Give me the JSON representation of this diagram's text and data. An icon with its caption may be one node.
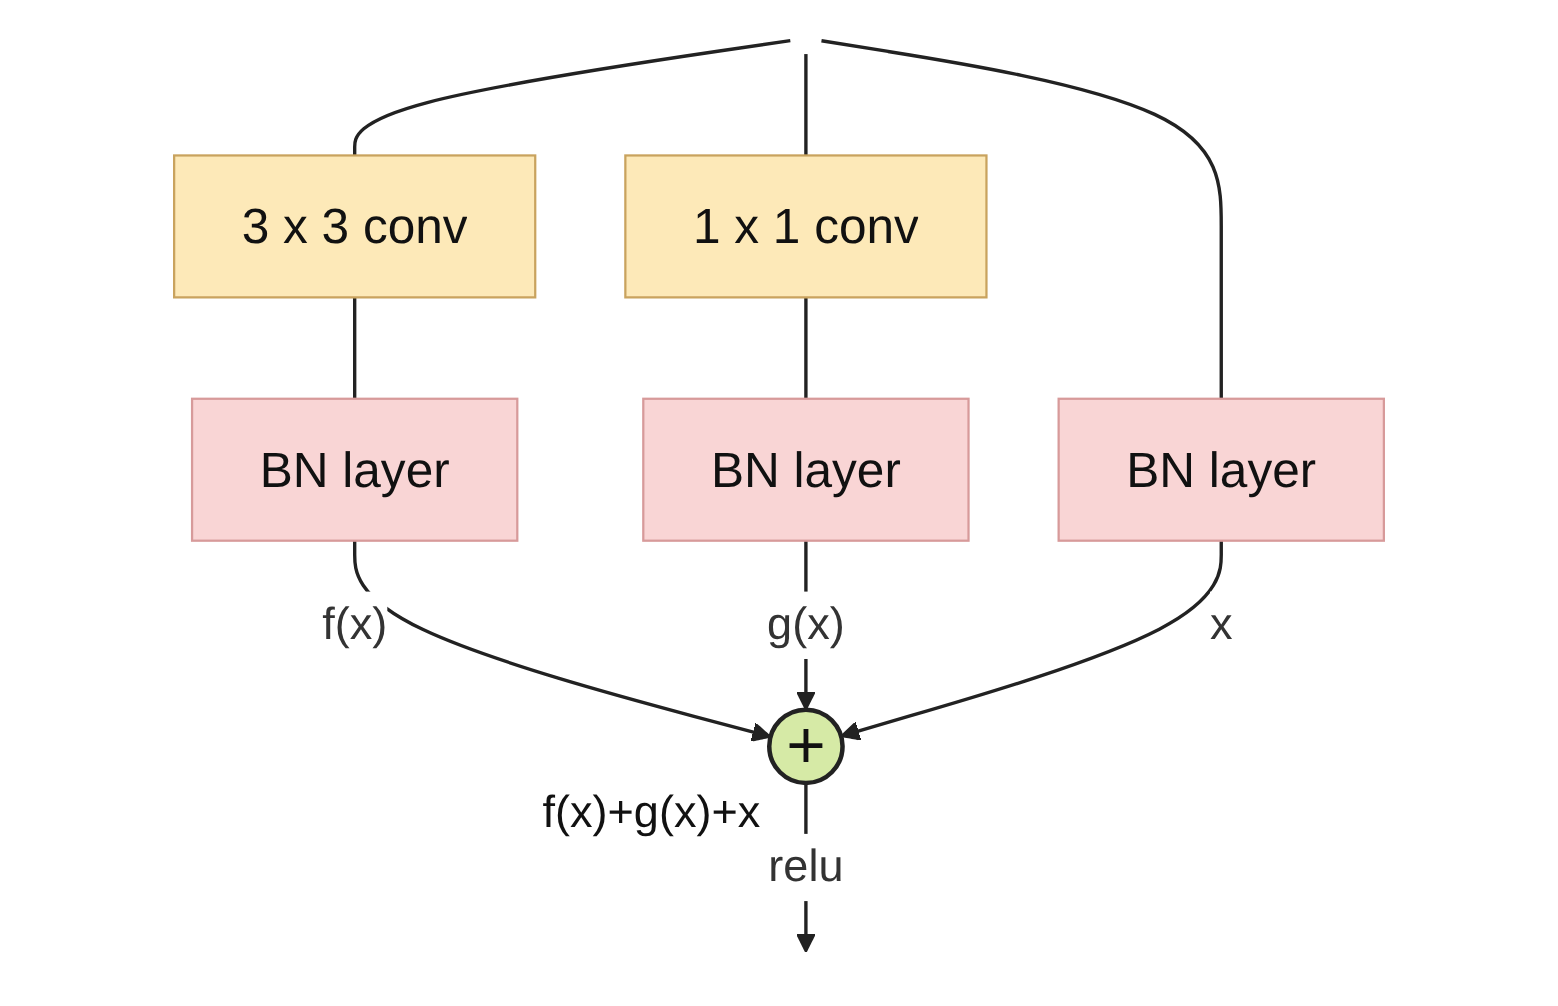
{
  "diagram": {
    "nodes": [
      {
        "text": [
          "3 x 3 conv"
        ]
      },
      {
        "text": [
          "BN layer"
        ]
      },
      {
        "text": [
          "1 x 1 conv"
        ]
      },
      {
        "text": [
          "BN layer"
        ]
      },
      {
        "text": [
          "BN layer"
        ]
      },
      {
        "text": [
          "+"
        ],
        "beside": [
          "f(x)+g(x)+x"
        ]
      }
    ],
    "edges": [
      {
        "from": null,
        "to": 0,
        "arrow": "none"
      },
      {
        "from": null,
        "to": 2,
        "arrow": "none"
      },
      {
        "from": null,
        "to": 4,
        "arrow": "none"
      },
      {
        "from": 0,
        "to": 1,
        "arrow": "none"
      },
      {
        "from": 2,
        "to": 3,
        "arrow": "none"
      },
      {
        "from": 1,
        "to": 5,
        "arrow": "to",
        "label": "f(x)"
      },
      {
        "from": 3,
        "to": 5,
        "arrow": "to",
        "label": "g(x)"
      },
      {
        "from": 4,
        "to": 5,
        "arrow": "to",
        "label": "x"
      },
      {
        "from": 5,
        "to": null,
        "arrow": "to",
        "label": "relu"
      }
    ]
  }
}
